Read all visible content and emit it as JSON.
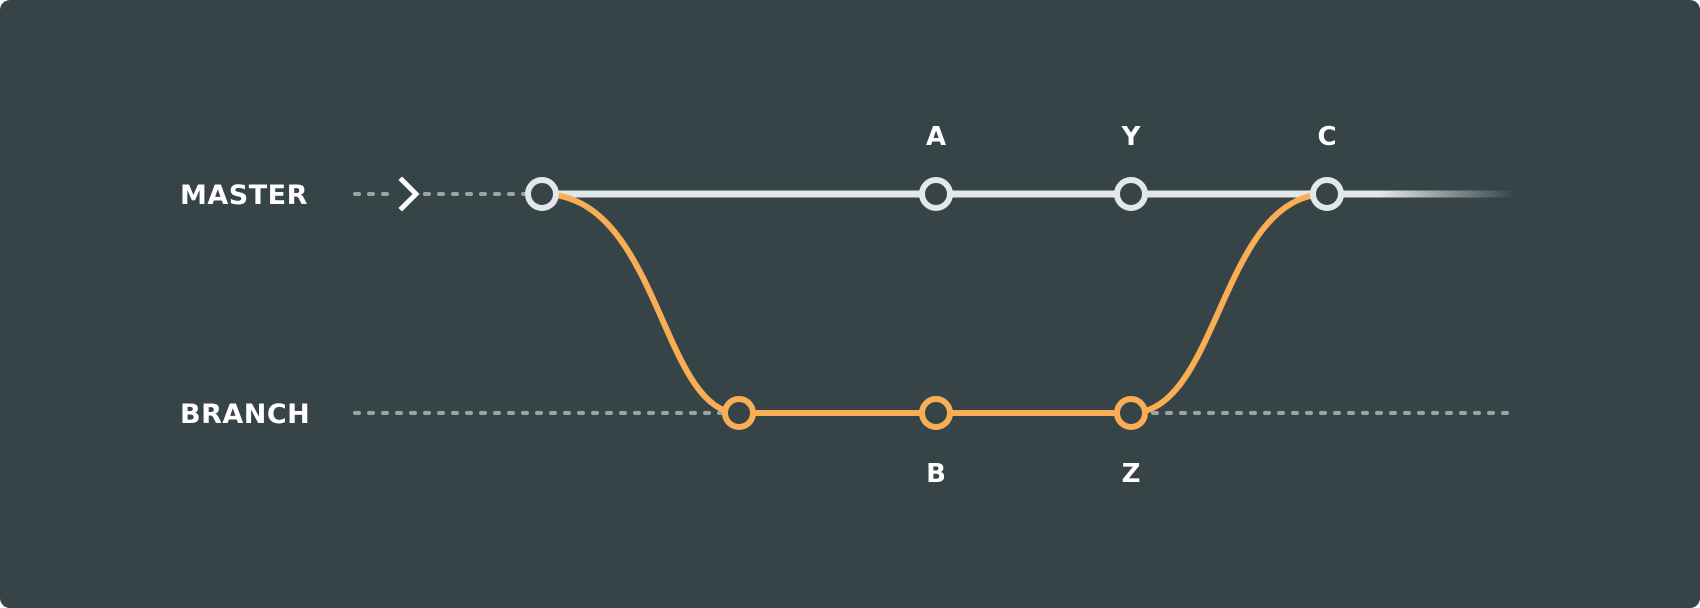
{
  "lanes": {
    "master_label": "MASTER",
    "branch_label": "BRANCH"
  },
  "commits": {
    "a": "A",
    "y": "Y",
    "c": "C",
    "b": "B",
    "z": "Z"
  },
  "colors": {
    "background": "#364347",
    "master": "#e2e7ea",
    "branch": "#f9ad54",
    "dotted": "#9aa4a7",
    "text": "#ffffff"
  },
  "icons": {
    "direction": "chevron-right-icon"
  }
}
